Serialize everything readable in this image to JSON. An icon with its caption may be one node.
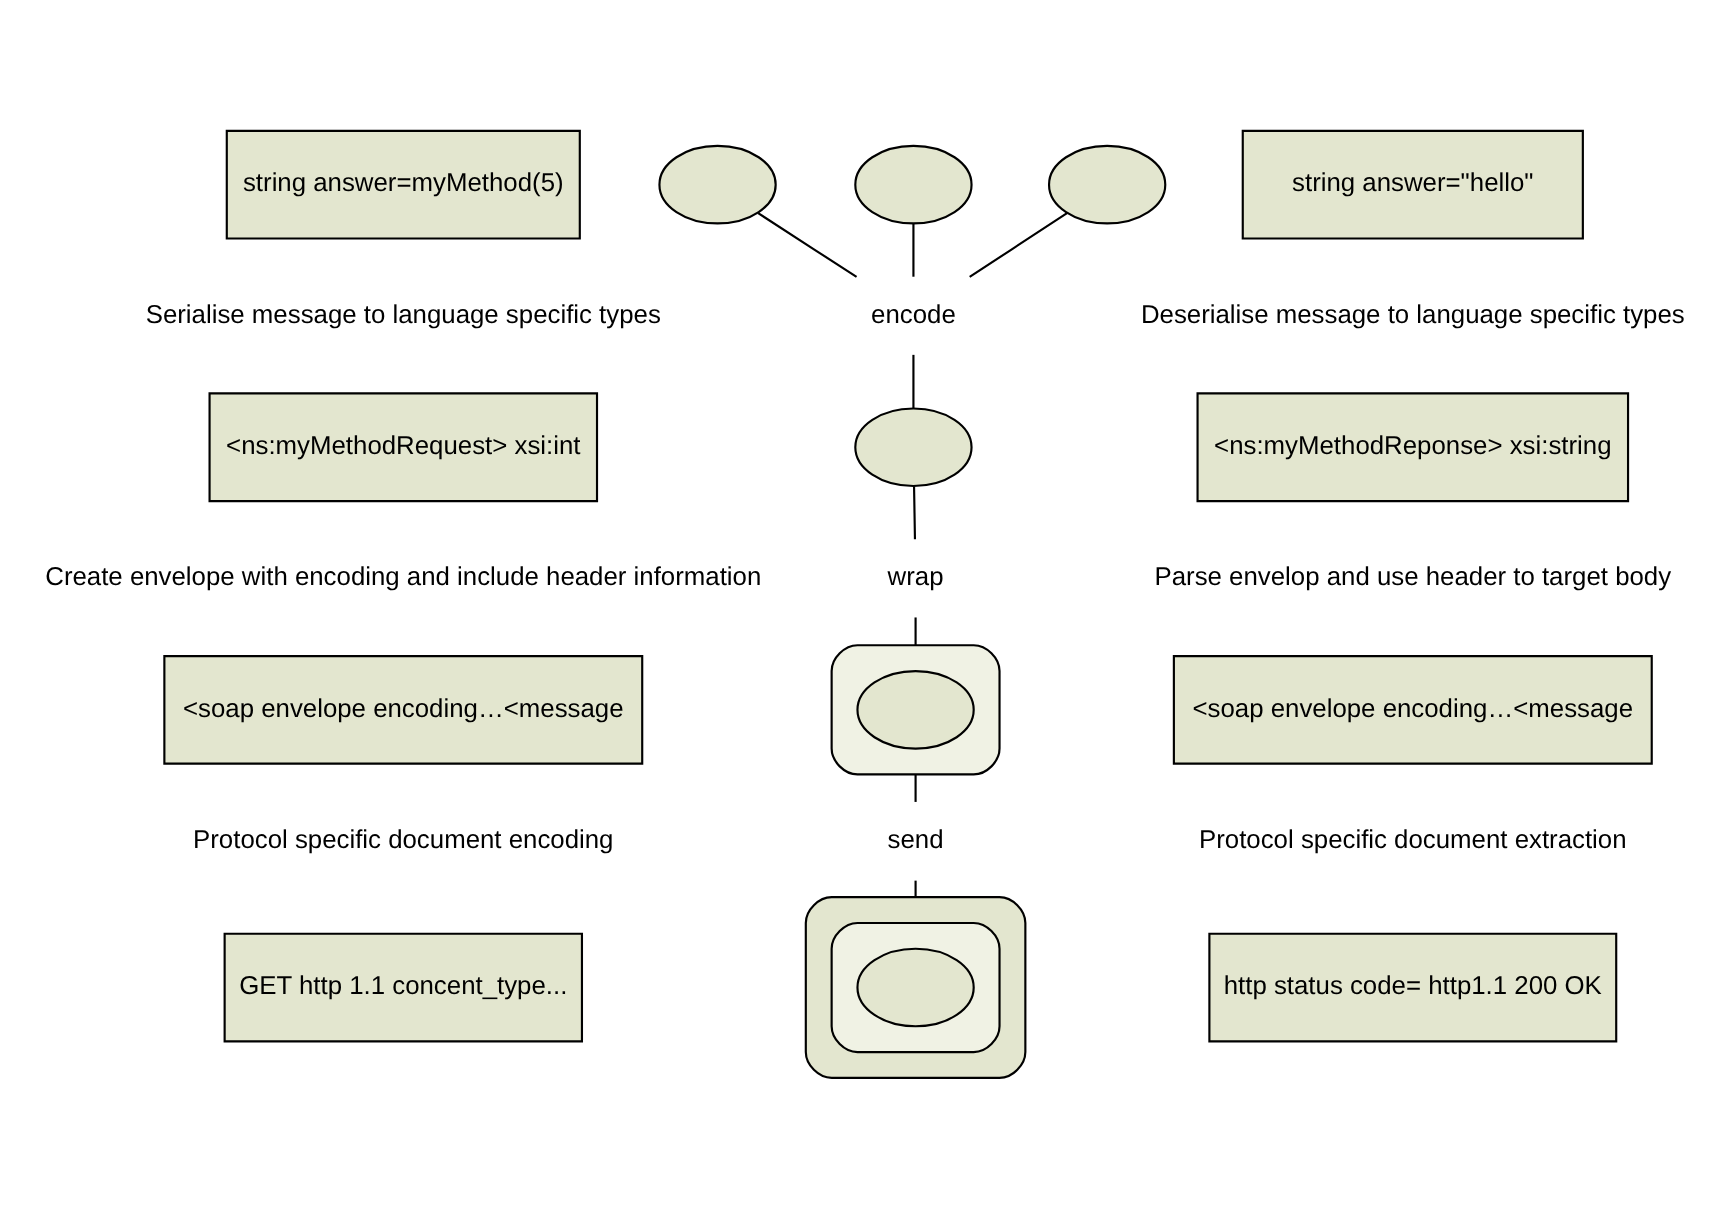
{
  "diagram": {
    "nodes": [
      {
        "text": [
          "string answer=myMethod(5)"
        ]
      },
      {
        "text": [],
        "shape": "ellipse"
      },
      {
        "text": [],
        "shape": "ellipse"
      },
      {
        "text": [],
        "shape": "ellipse"
      },
      {
        "text": [
          "string answer=\"hello\""
        ]
      },
      {
        "text": [
          "encode"
        ]
      },
      {
        "text": [
          "<ns:myMethodRequest> xsi:int"
        ]
      },
      {
        "text": [],
        "shape": "ellipse"
      },
      {
        "text": [
          "<ns:myMethodReponse> xsi:string"
        ]
      },
      {
        "text": [
          "wrap"
        ]
      },
      {
        "text": [
          "<soap envelope encoding…<message"
        ]
      },
      {
        "text": [],
        "shape": "ellipse"
      },
      {
        "text": [],
        "shape": "ellipse",
        "in": 11
      },
      {
        "text": [
          "<soap envelope encoding…<message"
        ]
      },
      {
        "text": [
          "send"
        ]
      },
      {
        "text": [
          "GET http 1.1 concent_type..."
        ]
      },
      {
        "text": [],
        "shape": "box"
      },
      {
        "text": [],
        "shape": "ellipse",
        "in": 16
      },
      {
        "text": [],
        "shape": "ellipse",
        "in": 17
      },
      {
        "text": [
          "http status code= http1.1 200 OK"
        ]
      }
    ],
    "edges": [
      {
        "from": 1,
        "to": 5,
        "arrow": "none"
      },
      {
        "from": 2,
        "to": 5,
        "arrow": "none"
      },
      {
        "from": 3,
        "to": 5,
        "arrow": "none"
      },
      {
        "from": 5,
        "to": 7,
        "arrow": "none"
      },
      {
        "from": 7,
        "to": 9,
        "arrow": "none"
      },
      {
        "from": 9,
        "to": 11,
        "arrow": "none"
      },
      {
        "from": 11,
        "to": 14,
        "arrow": "none"
      },
      {
        "from": 14,
        "to": 16,
        "arrow": "none"
      }
    ],
    "labels": [
      "Serialise message to language specific types",
      "Deserialise message to language specific types",
      "Create envelope with encoding and include header information",
      "Parse envelop and use header to target body",
      "Protocol specific document encoding",
      "Protocol specific document extraction"
    ]
  }
}
